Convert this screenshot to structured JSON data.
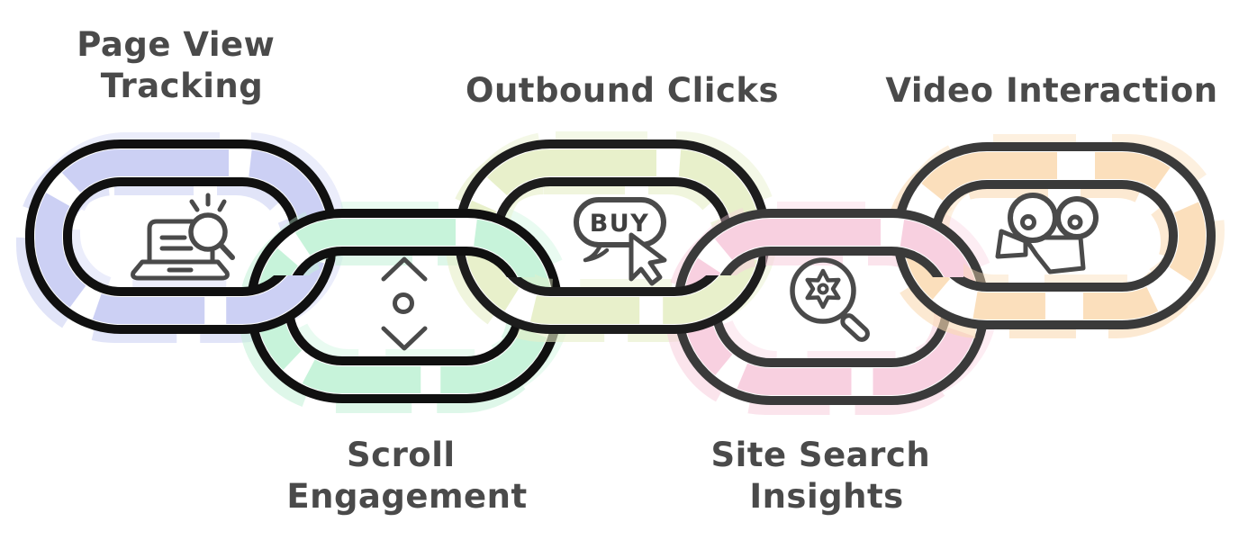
{
  "diagram": {
    "type": "chain-link-diagram",
    "background": "#ffffff",
    "text_color": "#4a4a4a",
    "nodes": [
      {
        "id": "page-view-tracking",
        "label_lines": [
          "Page View",
          "Tracking"
        ],
        "label_position": "top",
        "color": "#c9cef3",
        "outline": "#101010",
        "icon": "laptop-search-icon"
      },
      {
        "id": "scroll-engagement",
        "label_lines": [
          "Scroll",
          "Engagement"
        ],
        "label_position": "bottom",
        "color": "#c4f2d8",
        "outline": "#101010",
        "icon": "scroll-arrows-icon"
      },
      {
        "id": "outbound-clicks",
        "label_lines": [
          "Outbound Clicks"
        ],
        "label_position": "top",
        "color": "#e7efc8",
        "outline": "#1d1d1d",
        "icon": "buy-button-cursor-icon"
      },
      {
        "id": "site-search-insights",
        "label_lines": [
          "Site Search",
          "Insights"
        ],
        "label_position": "bottom",
        "color": "#f8cede",
        "outline": "#3a3a3a",
        "icon": "search-gear-icon"
      },
      {
        "id": "video-interaction",
        "label_lines": [
          "Video Interaction"
        ],
        "label_position": "top",
        "color": "#fbdcb5",
        "outline": "#3a3a3a",
        "icon": "film-camera-icon"
      }
    ],
    "icon_labels": {
      "buy_text": "BUY"
    }
  }
}
